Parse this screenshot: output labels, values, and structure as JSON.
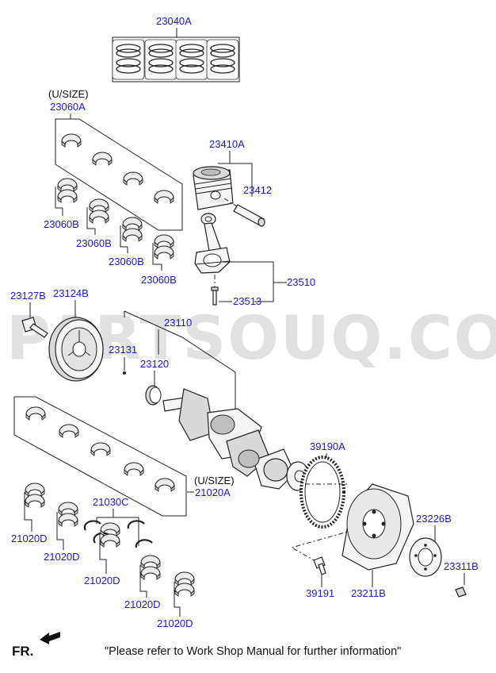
{
  "watermark": "PARTSOUQ.COM",
  "orientation": {
    "label": "FR."
  },
  "footer_note": "\"Please refer to Work Shop Manual for further information\"",
  "undersize_tags": {
    "a": "(U/SIZE)",
    "b": "(U/SIZE)"
  },
  "parts": {
    "p23040A": "23040A",
    "p23060A": "23060A",
    "p23410A": "23410A",
    "p23412": "23412",
    "p23060B_1": "23060B",
    "p23060B_2": "23060B",
    "p23060B_3": "23060B",
    "p23060B_4": "23060B",
    "p23510": "23510",
    "p23513": "23513",
    "p23127B": "23127B",
    "p23124B": "23124B",
    "p23110": "23110",
    "p23131": "23131",
    "p23120": "23120",
    "p39190A": "39190A",
    "p21020A": "21020A",
    "p21030C": "21030C",
    "p23226B": "23226B",
    "p21020D_1": "21020D",
    "p21020D_2": "21020D",
    "p21020D_3": "21020D",
    "p21020D_4": "21020D",
    "p21020D_5": "21020D",
    "p23311B": "23311B",
    "p39191": "39191",
    "p23211B": "23211B"
  },
  "icons": {
    "arrow": "front-arrow-icon",
    "bearing": "bearing-shell-icon",
    "ring": "piston-ring-icon"
  }
}
